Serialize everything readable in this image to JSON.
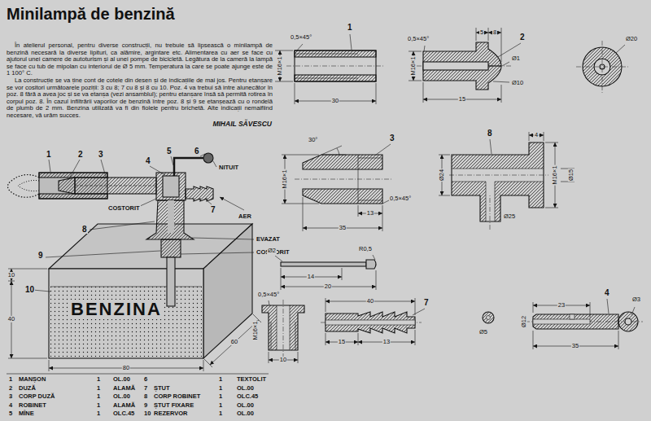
{
  "diagram": {
    "title": "Minilampă de benzină",
    "labels": [
      "În atelierul personal, pentru diverse construcții, nu trebuie să lipsească o minilampă de benzină necesară la diverse lipituri, ca alămire, argintare etc. Alimentarea cu aer se face cu ajutorul unei camere de autoturism și al unei pompe de bicicletă. Legătura de la cameră la lampă se face cu tub de mipolan cu interiorul de Ø 5 mm. Temperatura la care se poate ajunge este de 1 100° C.",
      "La construcție se va ține cont de cotele din desen și de indicațiile de mai jos. Pentru etanșare se vor cositori următoarele poziții: 3 cu 8; 7 cu 8 și 8 cu 10. Poz. 4 va trebui să intre alunecător în poz. 8 fără a avea joc și se va etanșa (vezi ansamblul); pentru etanșare însă să permită rotirea în corpul poz. 8. În cazul infiltrării vaporilor de benzină între poz. 8 și 9 se etanșează cu o rondelă de plumb de 2 mm. Benzina utilizată va fi din fiolele pentru brichetă. Alte indicații nemaifiind necesare, vă urăm succes.",
      "MIHAIL SĂVESCU",
      "1",
      "2",
      "3",
      "4",
      "5",
      "6",
      "NITUIT",
      "COSTORIT",
      "AER",
      "7",
      "8",
      "EVAZAT",
      "COSITORIT",
      "9",
      "10",
      "BENZINA",
      "10",
      "40",
      "60",
      "80",
      "1",
      "0,5×45°",
      "M16×1",
      "30",
      "2",
      "0,5×45°",
      "5",
      "8",
      "M16×1",
      "Ø10",
      "Ø1",
      "15",
      "Ø20",
      "3",
      "30°",
      "M16×1",
      "0,5×45°",
      "13",
      "35",
      "8",
      "Ø24",
      "4",
      "M16×1",
      "Ø15",
      "Ø25",
      "Ø2",
      "R0,5",
      "14",
      "20",
      "0,5×45°",
      "M16×1",
      "10",
      "7",
      "40",
      "15",
      "13",
      "Ø5",
      "4",
      "23",
      "35",
      "Ø12",
      "Ø3",
      "1",
      "MANȘON",
      "1",
      "OL.00",
      "2",
      "DUZĂ",
      "1",
      "ALAMĂ",
      "3",
      "CORP DUZĂ",
      "1",
      "OL.00",
      "4",
      "ROBINET",
      "1",
      "ALAMĂ",
      "5",
      "MÎNE",
      "1",
      "OLC.45",
      "6",
      "1",
      "TEXTOLIT",
      "7",
      "ȘTUT",
      "1",
      "OL.00",
      "8",
      "CORP ROBINET",
      "1",
      "OLC.45",
      "9",
      "ȘTUT FIXARE",
      "1",
      "OL.00",
      "10",
      "REZERVOR",
      "1",
      "OL.00"
    ]
  }
}
